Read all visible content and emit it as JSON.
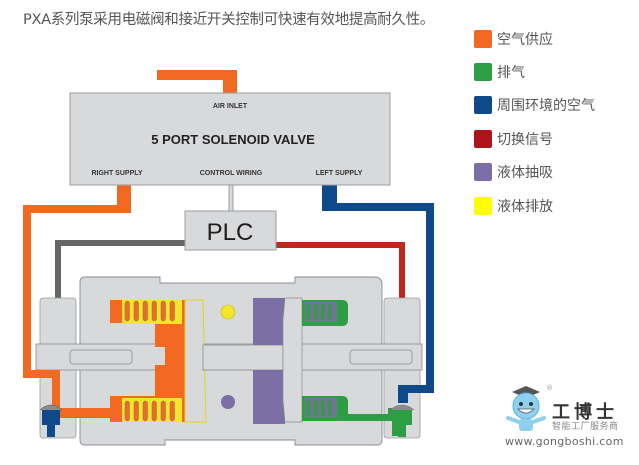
{
  "intro_text": "PXA系列泵采用电磁阀和接近开关控制可快速有效地提高耐久性。",
  "legend": [
    {
      "label": "空气供应",
      "color": "#f26a22"
    },
    {
      "label": "排气",
      "color": "#2e9e44"
    },
    {
      "label": "周围环境的空气",
      "color": "#0e4a8a"
    },
    {
      "label": "切换信号",
      "color": "#b0121c"
    },
    {
      "label": "液体抽吸",
      "color": "#7b6fa6"
    },
    {
      "label": "液体排放",
      "color": "#ffff00"
    }
  ],
  "diagram": {
    "valve_title": "5 PORT SOLENOID VALVE",
    "air_inlet": "AIR INLET",
    "right_supply": "RIGHT SUPPLY",
    "control_wiring": "CONTROL WIRING",
    "left_supply": "LEFT SUPPLY",
    "plc": "PLC",
    "colors": {
      "air_supply": "#f26a22",
      "exhaust": "#2e9e44",
      "ambient": "#0e4a8a",
      "signal": "#c0281e",
      "suction": "#7b6fa6",
      "discharge": "#f3e52a",
      "wire_gray": "#666666",
      "body": "#d8d9db",
      "outline": "#8a8c8f"
    }
  },
  "logo": {
    "brand": "工博士",
    "tagline": "智能工厂服务商",
    "url": "www.gongboshi.com",
    "registered": "®"
  }
}
